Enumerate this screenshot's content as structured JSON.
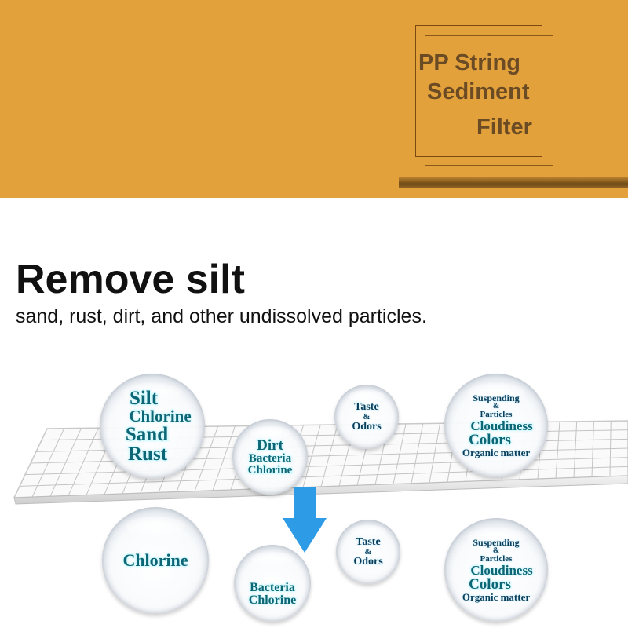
{
  "badge": {
    "line1": "PP String",
    "line2": "Sediment",
    "line3": "Filter"
  },
  "headline": "Remove silt",
  "subline": "sand, rust, dirt, and other undissolved particles.",
  "before": {
    "bubble1": [
      "Silt",
      "Chlorine",
      "Sand",
      "Rust"
    ],
    "bubble2": [
      "Dirt",
      "Bacteria",
      "Chlorine"
    ],
    "bubble3": [
      "Taste",
      "&",
      "Odors"
    ],
    "bubble4": [
      "Suspending",
      "&",
      "Particles",
      "Cloudiness",
      "Colors",
      "Organic matter"
    ]
  },
  "after": {
    "bubble1": [
      "Chlorine"
    ],
    "bubble2": [
      "Bacteria",
      "Chlorine"
    ],
    "bubble3": [
      "Taste",
      "&",
      "Odors"
    ],
    "bubble4": [
      "Suspending",
      "&",
      "Particles",
      "Cloudiness",
      "Colors",
      "Organic matter"
    ]
  },
  "colors": {
    "header": "#e3a13c",
    "badge_text": "#6b4b24",
    "bubble_text": "#0d6675",
    "arrow": "#2e9be6"
  },
  "icons": {
    "flow": "down-arrow-icon",
    "mesh": "filter-mesh-icon"
  }
}
